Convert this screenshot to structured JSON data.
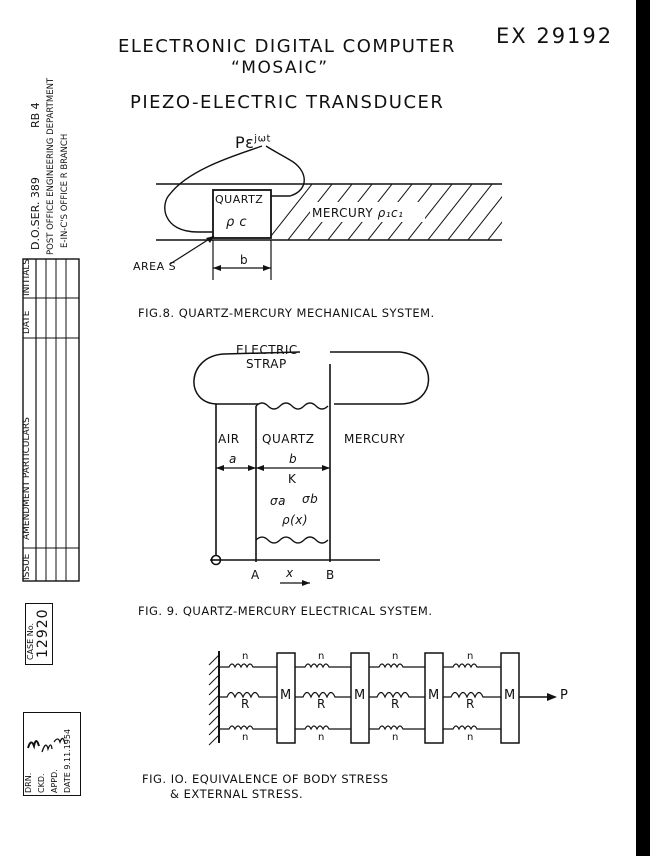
{
  "header": {
    "ref": "EX 29192",
    "title": "ELECTRONIC DIGITAL COMPUTER",
    "subtitle": "“MOSAIC”",
    "heading": "PIEZO-ELECTRIC TRANSDUCER"
  },
  "side": {
    "ser": "D.O.SER. 389",
    "rb": "RB 4",
    "dept": "POST OFFICE ENGINEERING DEPARTMENT",
    "office": "E-IN-C'S OFFICE R BRANCH",
    "amend_cols": [
      "ISSUE",
      "AMENDMENT PARTICULARS",
      "DATE",
      "INITIALS"
    ],
    "case_label": "CASE No.",
    "case_no": "12920",
    "drn": "DRN.",
    "ckd": "CKD.",
    "appd": "APPD.",
    "date_label": "DATE 9.11.1954"
  },
  "fig8": {
    "caption": "FIG.8. QUARTZ-MERCURY MECHANICAL SYSTEM.",
    "p_label": "Pε",
    "p_sup": "jωt",
    "quartz": "QUARTZ",
    "rho_c": "ρ c",
    "mercury": "MERCURY",
    "mercury_sym": "ρ₁c₁",
    "area": "AREA S",
    "b": "b"
  },
  "fig9": {
    "caption": "FIG. 9. QUARTZ-MERCURY ELECTRICAL SYSTEM.",
    "strap1": "ELECTRIC",
    "strap2": "STRAP",
    "air": "AIR",
    "quartz": "QUARTZ",
    "mercury": "MERCURY",
    "a": "a",
    "b": "b",
    "k": "K",
    "sa": "σa",
    "sb": "σb",
    "rho": "ρ(x)",
    "A": "A",
    "B": "B",
    "x": "x"
  },
  "fig10": {
    "caption1": "FIG. IO. EQUIVALENCE OF BODY STRESS",
    "caption2": "& EXTERNAL STRESS.",
    "n": "n",
    "R": "R",
    "M": "M",
    "P": "P"
  }
}
